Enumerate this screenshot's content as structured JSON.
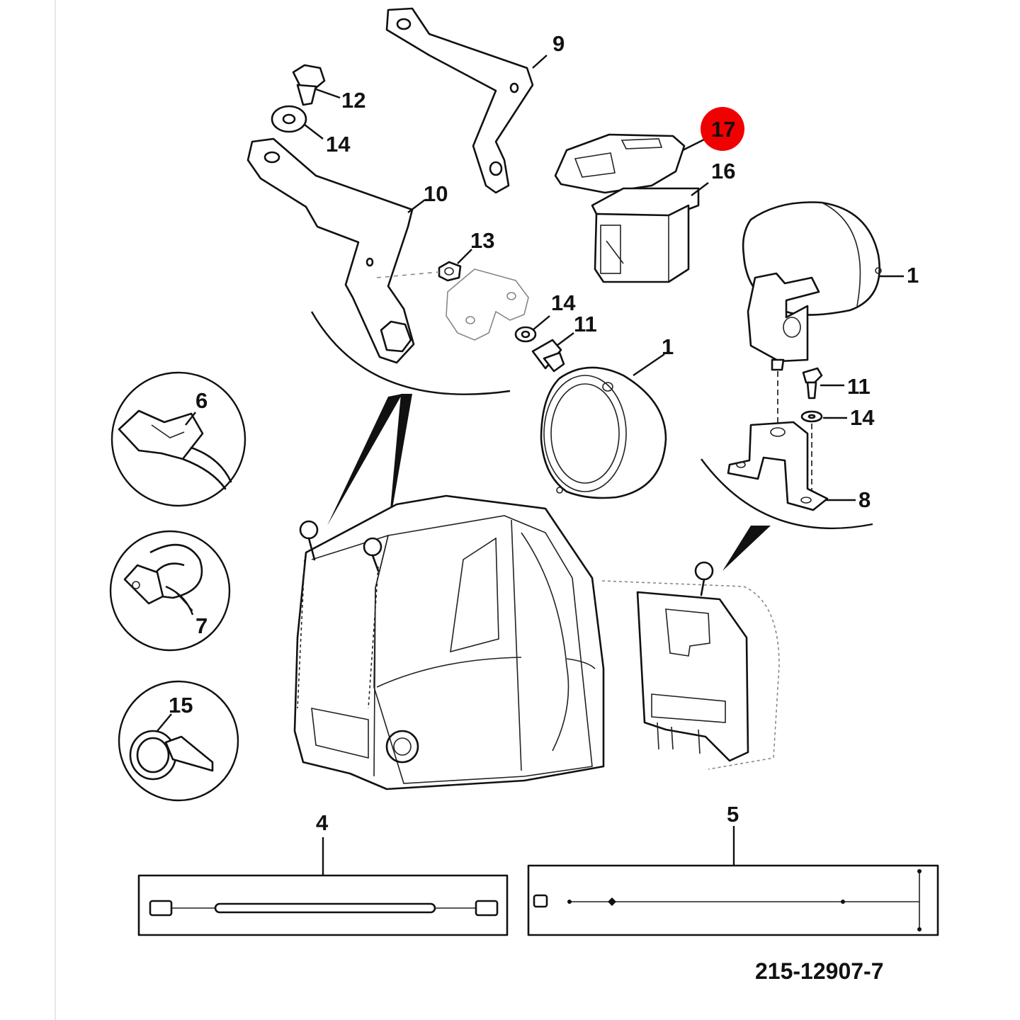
{
  "diagram": {
    "drawing_number": "215-12907-7",
    "highlight_color": "#f00000",
    "line_color": "#111111",
    "callouts": {
      "c1a": "1",
      "c1b": "1",
      "c4": "4",
      "c5": "5",
      "c6": "6",
      "c7": "7",
      "c8": "8",
      "c9": "9",
      "c10": "10",
      "c11a": "11",
      "c11b": "11",
      "c12": "12",
      "c13": "13",
      "c14a": "14",
      "c14b": "14",
      "c14c": "14",
      "c15": "15",
      "c16": "16",
      "c17": "17"
    },
    "highlighted_callout": "17"
  }
}
